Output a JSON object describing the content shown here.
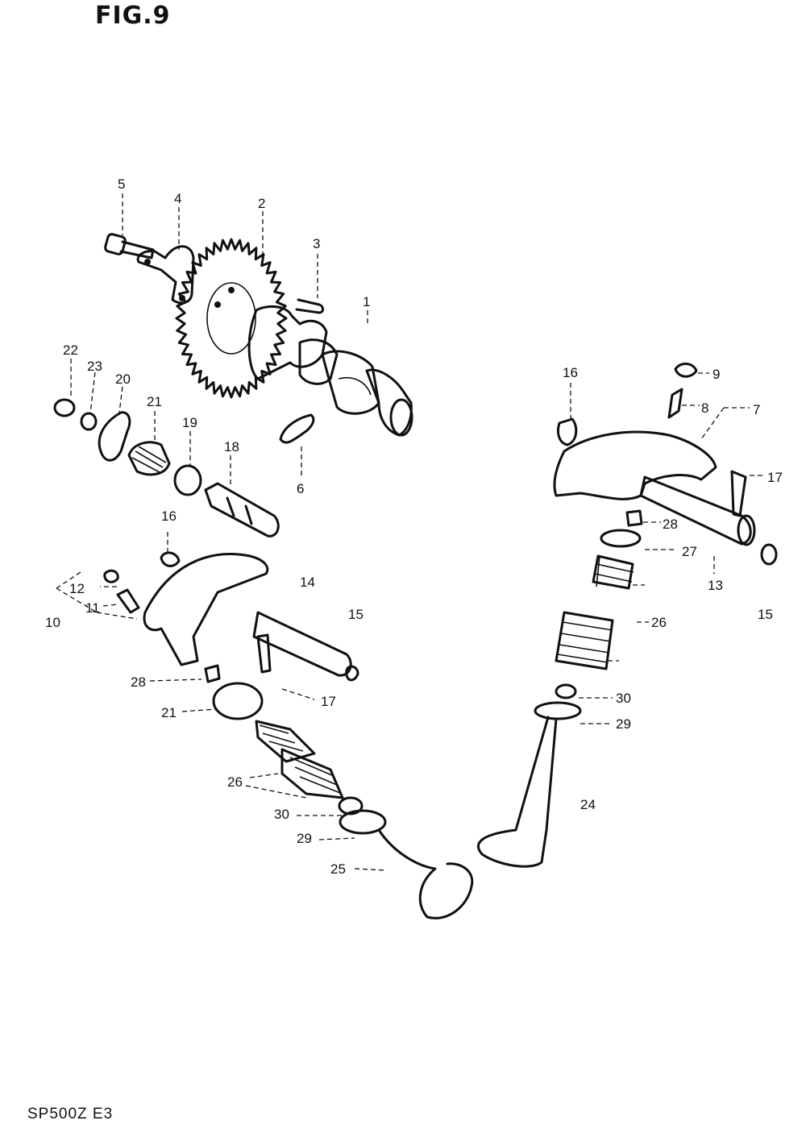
{
  "header": {
    "figure_label": "FIG.9"
  },
  "footer": {
    "code": "SP500Z E3"
  },
  "callouts": [
    {
      "id": "c1",
      "text": "1"
    },
    {
      "id": "c2",
      "text": "2"
    },
    {
      "id": "c3",
      "text": "3"
    },
    {
      "id": "c4",
      "text": "4"
    },
    {
      "id": "c5",
      "text": "5"
    },
    {
      "id": "c6",
      "text": "6"
    },
    {
      "id": "c7",
      "text": "7"
    },
    {
      "id": "c8",
      "text": "8"
    },
    {
      "id": "c9",
      "text": "9"
    },
    {
      "id": "c10",
      "text": "10"
    },
    {
      "id": "c11",
      "text": "11"
    },
    {
      "id": "c12",
      "text": "12"
    },
    {
      "id": "c13",
      "text": "13"
    },
    {
      "id": "c14",
      "text": "14"
    },
    {
      "id": "c15a",
      "text": "15"
    },
    {
      "id": "c15b",
      "text": "15"
    },
    {
      "id": "c16a",
      "text": "16"
    },
    {
      "id": "c16b",
      "text": "16"
    },
    {
      "id": "c17a",
      "text": "17"
    },
    {
      "id": "c17b",
      "text": "17"
    },
    {
      "id": "c18",
      "text": "18"
    },
    {
      "id": "c19",
      "text": "19"
    },
    {
      "id": "c20",
      "text": "20"
    },
    {
      "id": "c21a",
      "text": "21"
    },
    {
      "id": "c21b",
      "text": "21"
    },
    {
      "id": "c22",
      "text": "22"
    },
    {
      "id": "c23",
      "text": "23"
    },
    {
      "id": "c24",
      "text": "24"
    },
    {
      "id": "c25",
      "text": "25"
    },
    {
      "id": "c26a",
      "text": "26"
    },
    {
      "id": "c26b",
      "text": "26"
    },
    {
      "id": "c27",
      "text": "27"
    },
    {
      "id": "c28a",
      "text": "28"
    },
    {
      "id": "c28b",
      "text": "28"
    },
    {
      "id": "c29a",
      "text": "29"
    },
    {
      "id": "c29b",
      "text": "29"
    },
    {
      "id": "c30a",
      "text": "30"
    },
    {
      "id": "c30b",
      "text": "30"
    }
  ]
}
